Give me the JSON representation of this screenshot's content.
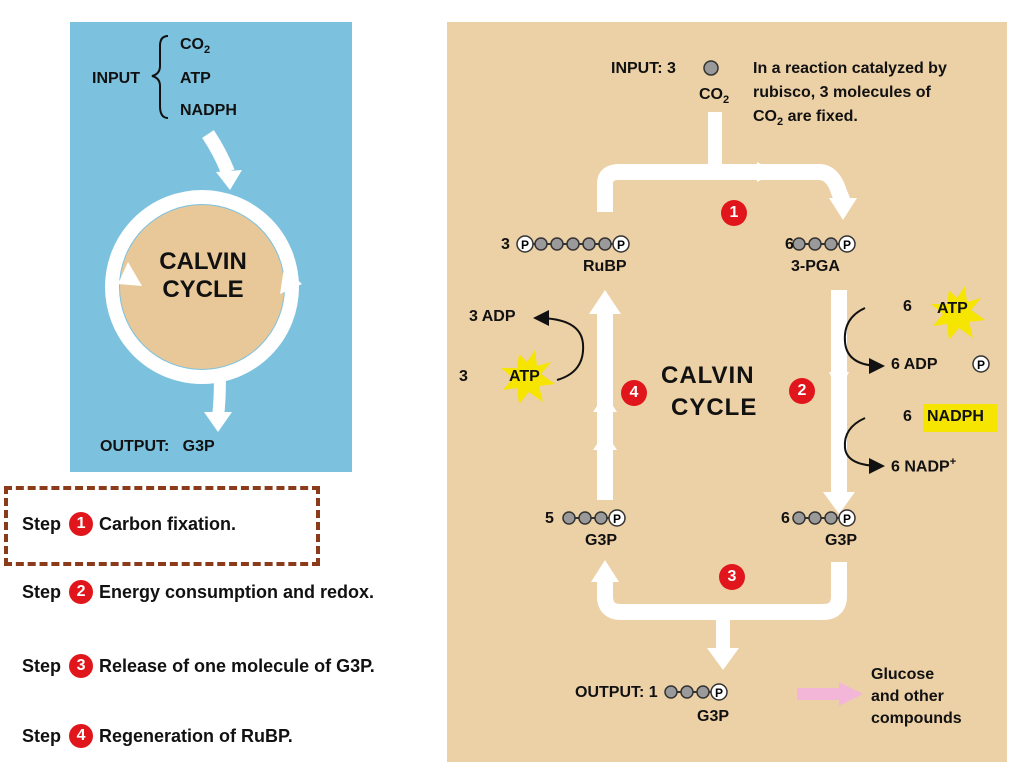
{
  "overview": {
    "input_label": "INPUT",
    "inputs": [
      "CO",
      "ATP",
      "NADPH"
    ],
    "co2_sub": "2",
    "cycle_line1": "CALVIN",
    "cycle_line2": "CYCLE",
    "output": "OUTPUT:   G3P"
  },
  "steps": [
    {
      "word": "Step",
      "num": "1",
      "text": "Carbon fixation."
    },
    {
      "word": "Step",
      "num": "2",
      "text": "Energy consumption and redox."
    },
    {
      "word": "Step",
      "num": "3",
      "text": "Release of one molecule of G3P."
    },
    {
      "word": "Step",
      "num": "4",
      "text": "Regeneration of RuBP."
    }
  ],
  "detail": {
    "input_label": "INPUT:  3",
    "input_co": "CO",
    "co2_sub": "2",
    "note_line1": "In a reaction catalyzed by",
    "note_line2": "rubisco, 3 molecules of",
    "note_line3_pre": "CO",
    "note_line3_post": " are fixed.",
    "rubp_count": "3",
    "rubp_label": "RuBP",
    "pga_count": "6",
    "pga_label": "3-PGA",
    "g3p_left_count": "5",
    "g3p_left_label": "G3P",
    "g3p_right_count": "6",
    "g3p_right_label": "G3P",
    "cycle_line1": "CALVIN",
    "cycle_line2": "CYCLE",
    "adp_left": "3 ADP",
    "atp_left_count": "3",
    "atp_word": "ATP",
    "atp_right_count": "6",
    "adp_right": "6 ADP",
    "nadph_count": "6",
    "nadph_word": "NADPH",
    "nadp_right": "6 NADP",
    "nadp_sup": "+",
    "output_label": "OUTPUT: 1",
    "output_g3p": "G3P",
    "glucose_line1": "Glucose",
    "glucose_line2": "and other",
    "glucose_line3": "compounds",
    "p_letter": "P",
    "step_nums": [
      "1",
      "2",
      "3",
      "4"
    ]
  },
  "colors": {
    "overview_bg": "#7cc2de",
    "detail_bg": "#ecd0a6",
    "step_red": "#e0161c",
    "atp_yellow": "#f6e500",
    "dashed_brown": "#8b3a1a",
    "glucose_arrow": "#f3b6d8"
  }
}
